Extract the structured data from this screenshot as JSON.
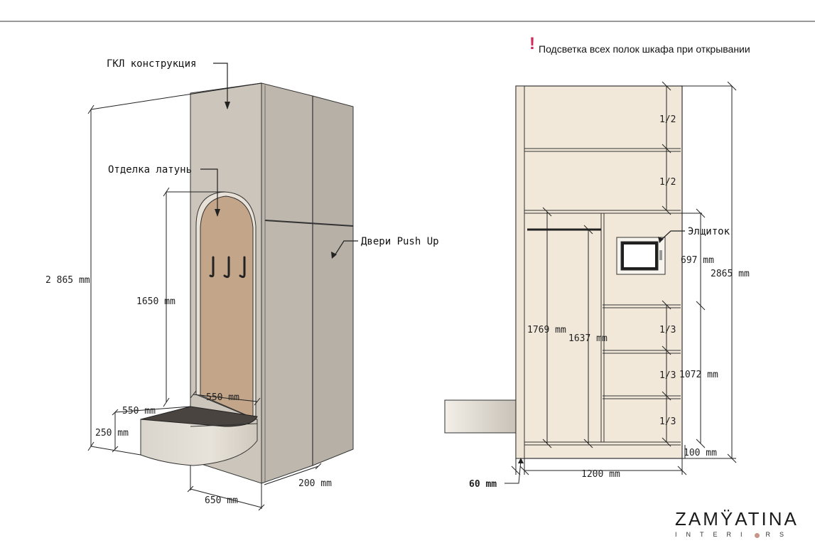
{
  "notes": {
    "exclamation": "!",
    "shelf_lighting": "Подсветка всех полок шкафа при открывании"
  },
  "left_view": {
    "labels": {
      "gkl": "ГКЛ конструкция",
      "brass": "Отделка латунь",
      "doors": "Двери Push Up"
    },
    "dims": {
      "total_height": "2 865 mm",
      "arch_height": "1650 mm",
      "niche_width": "550 mm",
      "seat_depth": "550 mm",
      "seat_height": "250 mm",
      "depth": "200 mm",
      "seat_width": "650 mm"
    }
  },
  "right_view": {
    "labels": {
      "panel": "Элщиток"
    },
    "dims": {
      "half_top": "1/2",
      "half_bottom": "1/2",
      "panel_height": "697 mm",
      "total_height": "2865 mm",
      "hang_outer": "1769 mm",
      "hang_inner": "1637 mm",
      "third_1": "1/3",
      "third_2": "1/3",
      "third_3": "1/3",
      "shelves_height": "1072 mm",
      "plinth": "100 mm",
      "width": "1200 mm",
      "offset": "60 mm"
    }
  },
  "logo": {
    "main": "ZAMŸATINA",
    "sub_left": "INTERI",
    "sub_right": "RS"
  },
  "colors": {
    "wall": "#cbc5bb",
    "side": "#b8b2aa",
    "brass": "#c3a58a",
    "cabinet": "#f1e8da",
    "seat_top": "#4a4440",
    "accent": "#d2285a"
  }
}
